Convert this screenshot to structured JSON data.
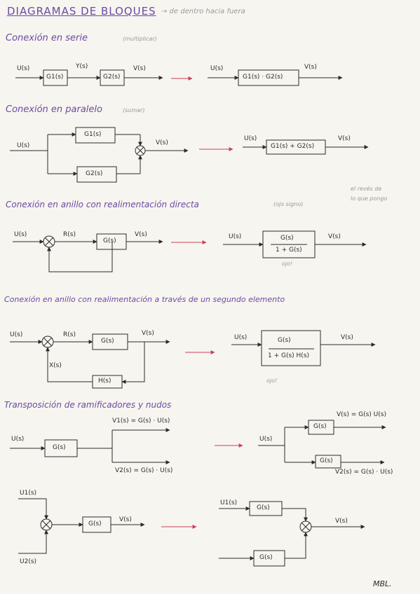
{
  "title": "DIAGRAMAS DE BLOQUES",
  "title_note": "→ de dentro hacia fuera",
  "colors": {
    "ink": "#2a2a2a",
    "heading": "#6a4aa5",
    "arrow_red": "#c9415a",
    "pencil": "#9a9a9a"
  },
  "sections": {
    "serie": {
      "heading": "Conexión en serie",
      "note": "(multiplicar)",
      "in": "U(s)",
      "mid": "Y(s)",
      "out": "V(s)",
      "b1": "G1(s)",
      "b2": "G2(s)",
      "r_in": "U(s)",
      "r_out": "V(s)",
      "r_block": "G1(s) · G2(s)"
    },
    "paralelo": {
      "heading": "Conexión en paralelo",
      "note": "(sumar)",
      "in": "U(s)",
      "out": "V(s)",
      "b1": "G1(s)",
      "b2": "G2(s)",
      "r_in": "U(s)",
      "r_out": "V(s)",
      "r_block": "G1(s) + G2(s)"
    },
    "directa": {
      "heading": "Conexión en anillo con realimentación directa",
      "note": "(ojo signo)",
      "side_note_1": "el revés de",
      "side_note_2": "lo que pongo",
      "in": "U(s)",
      "err": "R(s)",
      "out": "V(s)",
      "block": "G(s)",
      "r_in": "U(s)",
      "r_out": "V(s)",
      "r_num": "G(s)",
      "r_den": "1 + G(s)",
      "r_mark": "ojo!"
    },
    "segundo": {
      "heading": "Conexión en anillo con realimentación a través de un segundo elemento",
      "in": "U(s)",
      "err": "R(s)",
      "fb": "X(s)",
      "out": "V(s)",
      "block": "G(s)",
      "h_block": "H(s)",
      "r_in": "U(s)",
      "r_out": "V(s)",
      "r_num": "G(s)",
      "r_den": "1 + G(s) H(s)",
      "r_mark": "ojo!"
    },
    "transp": {
      "heading": "Transposición de ramificadores y nudos",
      "a_in": "U(s)",
      "a_block": "G(s)",
      "a_v1": "V1(s) = G(s) · U(s)",
      "a_v2": "V2(s) = G(s) · U(s)",
      "b_in": "U(s)",
      "b_b1": "G(s)",
      "b_b2": "G(s)",
      "b_v1": "V(s) = G(s) U(s)",
      "b_v2": "V2(s) = G(s) · U(s)",
      "c_u1": "U1(s)",
      "c_u2": "U2(s)",
      "c_block": "G(s)",
      "c_out": "V(s)",
      "d_u1": "U1(s)",
      "d_b1": "G(s)",
      "d_b2": "G(s)",
      "d_out": "V(s)"
    }
  },
  "signature": "MBL."
}
